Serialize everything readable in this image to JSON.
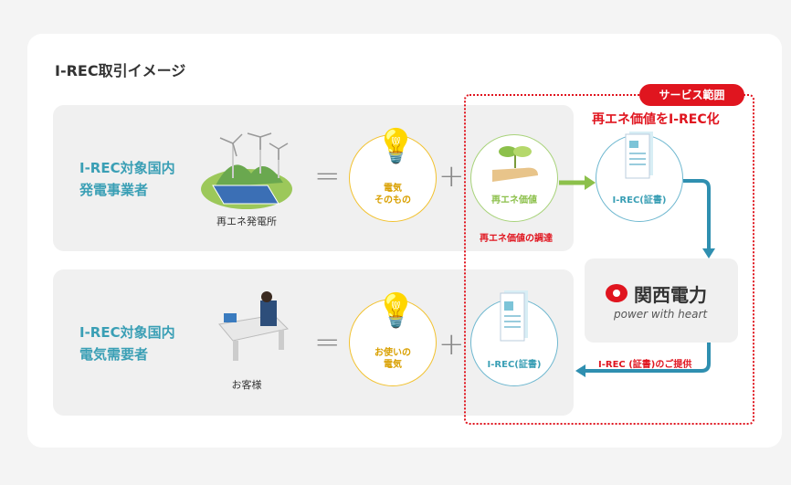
{
  "title": "I-REC取引イメージ",
  "service_badge": "サービス範囲",
  "service_heading": "再エネ価値をI-REC化",
  "rows": [
    {
      "label_line1": "I-REC対象国内",
      "label_line2": "発電事業者",
      "illustration_caption": "再エネ発電所",
      "circle1": {
        "line1": "電気",
        "line2": "そのもの"
      },
      "circle2": "再エネ価値",
      "circle2_caption": "再エネ価値の調達"
    },
    {
      "label_line1": "I-REC対象国内",
      "label_line2": "電気需要者",
      "illustration_caption": "お客様",
      "circle1": {
        "line1": "お使いの",
        "line2": "電気"
      },
      "circle2": "I-REC(証書)"
    }
  ],
  "certificate_circle": "I-REC(証書)",
  "provider": {
    "name": "関西電力",
    "tagline": "power with heart"
  },
  "provide_label": "I-REC (証書)のご提供",
  "symbols": {
    "equals": "=",
    "plus": "+"
  },
  "colors": {
    "teal": "#3a9fb5",
    "red": "#e0151f",
    "green": "#8cc04b",
    "yellow": "#f2c230",
    "blue": "#2f8fb0"
  }
}
